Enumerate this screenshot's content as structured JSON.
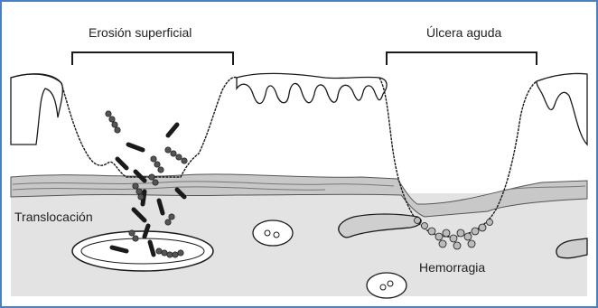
{
  "labels": {
    "superficial_erosion": "Erosión superficial",
    "acute_ulcer": "Úlcera aguda",
    "translocation": "Translocación",
    "hemorrhage": "Hemorragia"
  },
  "colors": {
    "frame_border": "#4a7fc0",
    "submucosa": "#e3e3e3",
    "muscularis_band": "#c8c8c8",
    "bacteria": "#333333",
    "line": "#1a1a1a"
  }
}
